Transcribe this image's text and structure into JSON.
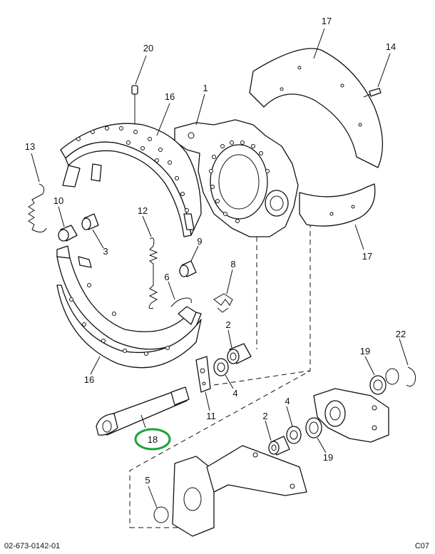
{
  "callouts": {
    "c20": "20",
    "c16_top": "16",
    "c1": "1",
    "c17_top": "17",
    "c14": "14",
    "c13": "13",
    "c10": "10",
    "c3": "3",
    "c12": "12",
    "c9": "9",
    "c6": "6",
    "c8": "8",
    "c17_bottom": "17",
    "c2_upper": "2",
    "c4_upper": "4",
    "c11": "11",
    "c16_bottom": "16",
    "c18": "18",
    "c19_upper": "19",
    "c22": "22",
    "c2_lower": "2",
    "c4_lower": "4",
    "c19_lower": "19",
    "c5": "5"
  },
  "highlight_color": "#1aa33a",
  "footer": {
    "doc_number": "02-673-0142-01",
    "page_code": "C07"
  }
}
